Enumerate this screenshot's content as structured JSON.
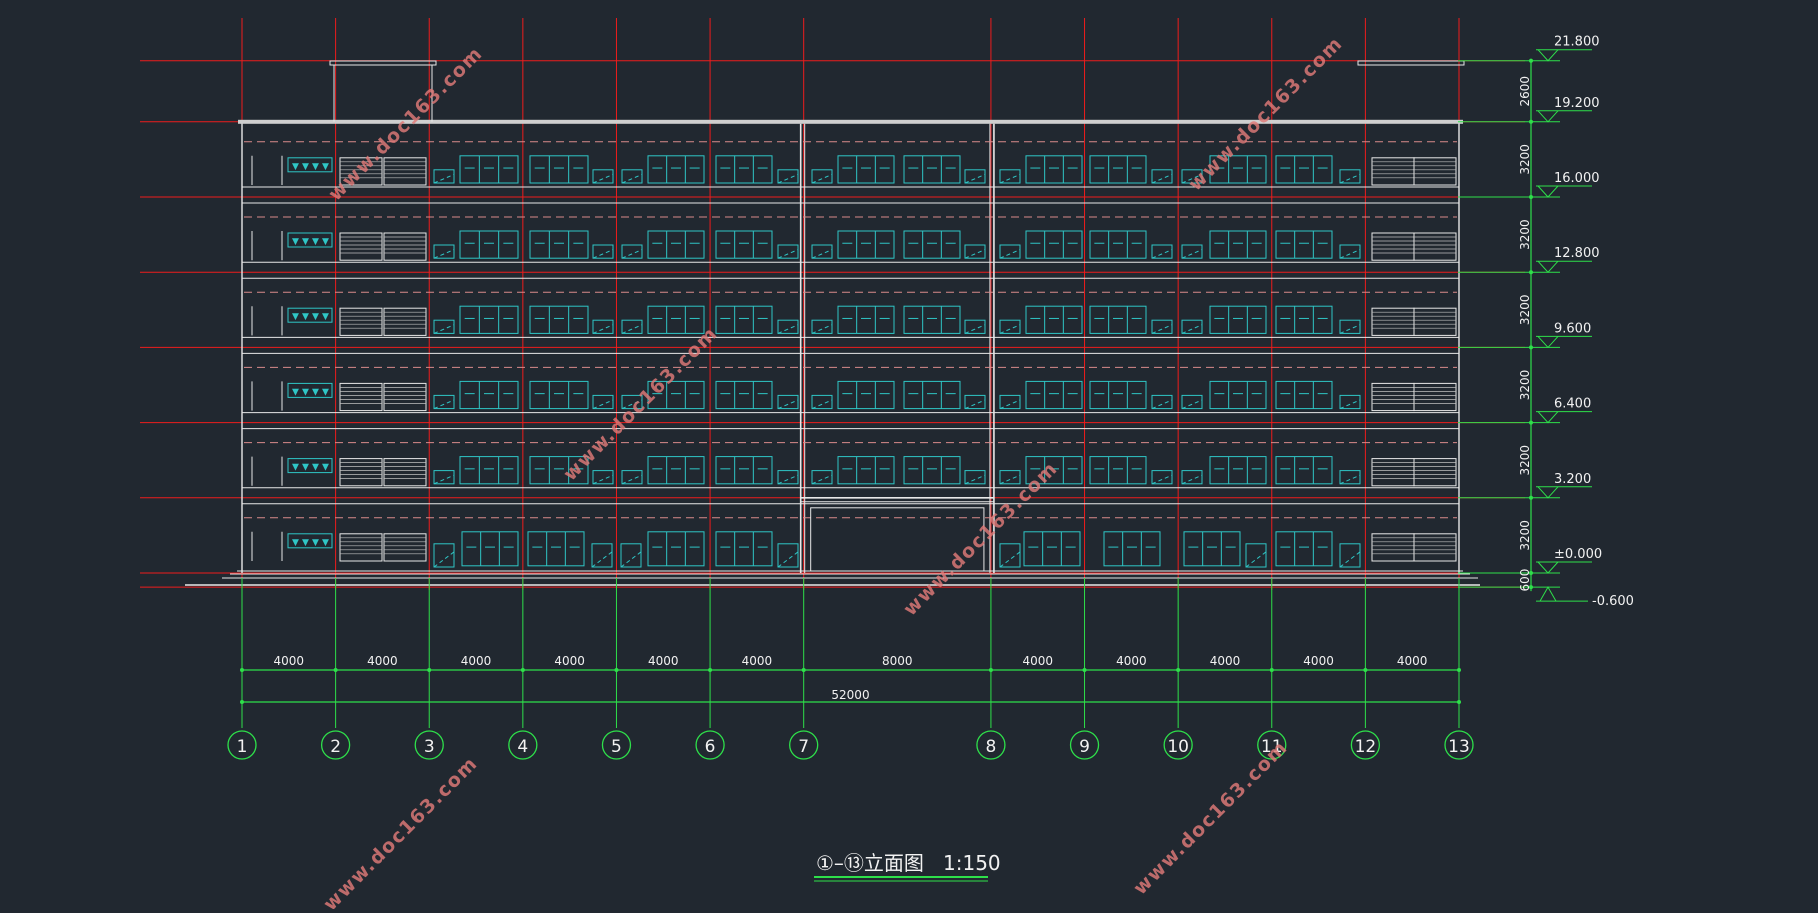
{
  "drawing": {
    "title_prefix": "①–⑬立面图",
    "title_scale": "1:150",
    "background": "#212830",
    "colors": {
      "grid_line": "#ee1c1c",
      "dimension": "#2ee04a",
      "outline": "#e8e8e8",
      "window": "#2fc6c6",
      "watermark": "#e07a78"
    }
  },
  "axes": [
    {
      "label": "1"
    },
    {
      "label": "2"
    },
    {
      "label": "3"
    },
    {
      "label": "4"
    },
    {
      "label": "5"
    },
    {
      "label": "6"
    },
    {
      "label": "7"
    },
    {
      "label": "8"
    },
    {
      "label": "9"
    },
    {
      "label": "10"
    },
    {
      "label": "11"
    },
    {
      "label": "12"
    },
    {
      "label": "13"
    }
  ],
  "bay_spacings": [
    "4000",
    "4000",
    "4000",
    "4000",
    "4000",
    "4000",
    "8000",
    "4000",
    "4000",
    "4000",
    "4000",
    "4000"
  ],
  "total_length": "52000",
  "elevations": [
    "21.800",
    "19.200",
    "16.000",
    "12.800",
    "9.600",
    "6.400",
    "3.200",
    "±0.000",
    "-0.600"
  ],
  "storey_heights": [
    "2600",
    "3200",
    "3200",
    "3200",
    "3200",
    "3200",
    "3200",
    "600"
  ],
  "watermark_text": "www.doc163.com",
  "watermarks": [
    {
      "text": "www.doc163.com"
    },
    {
      "text": "www.doc163.com"
    },
    {
      "text": "www.doc163.com"
    },
    {
      "text": "www.doc163.com"
    },
    {
      "text": "www.doc163.com"
    },
    {
      "text": "www.doc163.com"
    }
  ]
}
